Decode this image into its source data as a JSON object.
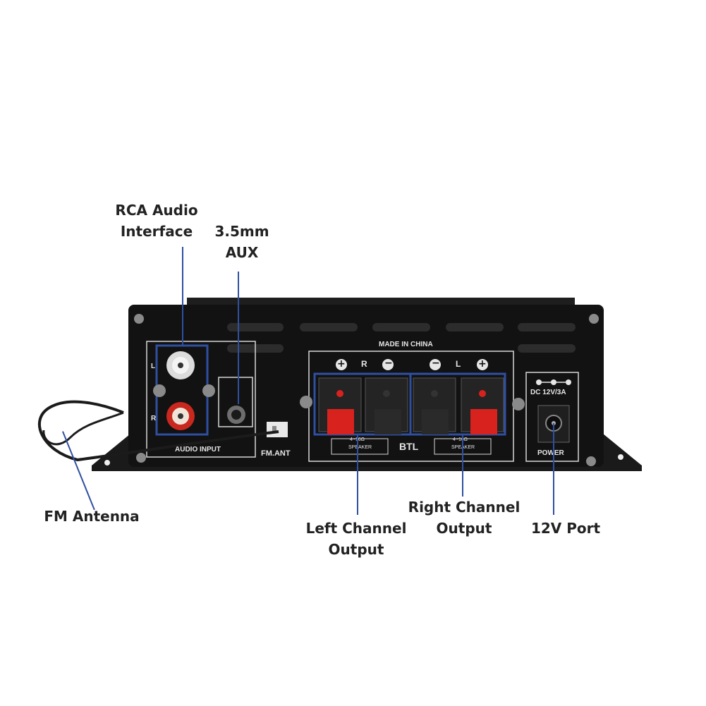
{
  "callouts": {
    "rca": "RCA Audio\nInterface",
    "aux": "3.5mm\nAUX",
    "fm_antenna": "FM Antenna",
    "left_output": "Left Channel\nOutput",
    "right_output": "Right Channel\nOutput",
    "port_12v": "12V Port"
  },
  "panel_text": {
    "made_in": "MADE IN CHINA",
    "audio_input": "AUDIO INPUT",
    "fm_ant": "FM.ANT",
    "btl": "BTL",
    "dc_rating": "DC 12V/3A",
    "power": "POWER",
    "speaker_spec": "4~16Ω",
    "speaker": "SPEAKER",
    "rca_l": "L",
    "rca_r": "R",
    "ch_r": "R",
    "ch_l": "L",
    "plus": "+",
    "minus": "−"
  },
  "colors": {
    "chassis": "#121212",
    "leader": "#2f4fa0",
    "terminal_red": "#d8221e",
    "rca_red": "#c8281e",
    "panel_line": "#d8d8d8"
  }
}
